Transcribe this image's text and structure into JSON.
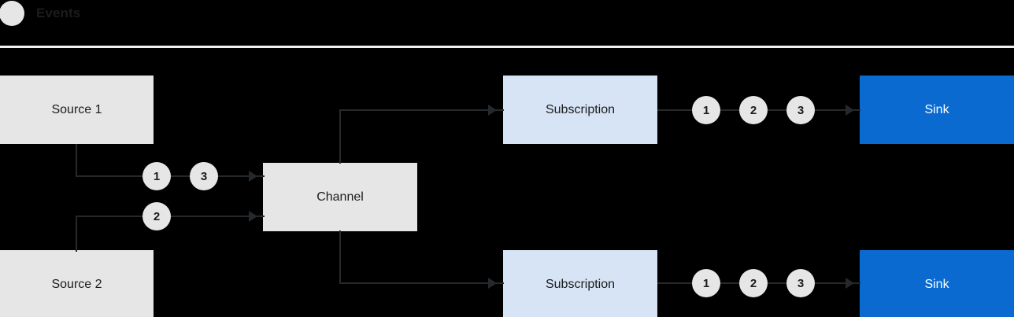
{
  "header": {
    "title": "Events",
    "dot_icon": "status-dot-icon",
    "divider_color": "#f0f2f2"
  },
  "colors": {
    "background": "#000000",
    "node_grey": "#e6e6e6",
    "node_blue_light": "#d6e4f5",
    "node_blue_solid": "#0a6ad0",
    "node_blue_solid_text": "#ffffff",
    "text_dark": "#1c1c1c",
    "connector": "#26292b",
    "step_circle": "#e6e6e6"
  },
  "diagram": {
    "type": "flow",
    "nodes": {
      "source_1": {
        "label": "Source 1",
        "style": "grey"
      },
      "source_2": {
        "label": "Source 2",
        "style": "grey"
      },
      "channel": {
        "label": "Channel",
        "style": "grey"
      },
      "subscription_top": {
        "label": "Subscription",
        "style": "blue-light"
      },
      "subscription_bottom": {
        "label": "Subscription",
        "style": "blue-light"
      },
      "sink_top": {
        "label": "Sink",
        "style": "blue-solid"
      },
      "sink_bottom": {
        "label": "Sink",
        "style": "blue-solid"
      }
    },
    "steps": {
      "source1_to_channel": [
        "1",
        "3"
      ],
      "source2_to_channel": [
        "2"
      ],
      "subscription_top_to_sink": [
        "1",
        "2",
        "3"
      ],
      "subscription_bottom_to_sink": [
        "1",
        "2",
        "3"
      ]
    }
  }
}
